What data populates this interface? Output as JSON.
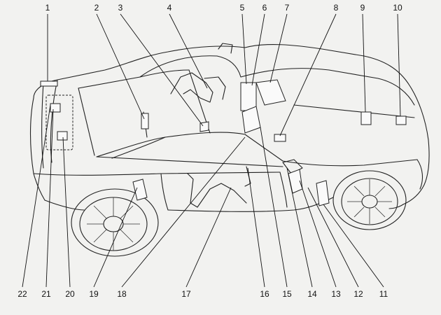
{
  "callouts": {
    "c1": "1",
    "c2": "2",
    "c3": "3",
    "c4": "4",
    "c5": "5",
    "c6": "6",
    "c7": "7",
    "c8": "8",
    "c9": "9",
    "c10": "10",
    "c11": "11",
    "c12": "12",
    "c13": "13",
    "c14": "14",
    "c15": "15",
    "c16": "16",
    "c17": "17",
    "c18": "18",
    "c19": "19",
    "c20": "20",
    "c21": "21",
    "c22": "22"
  },
  "colors": {
    "line": "#222222",
    "paper": "#f2f2f0"
  }
}
